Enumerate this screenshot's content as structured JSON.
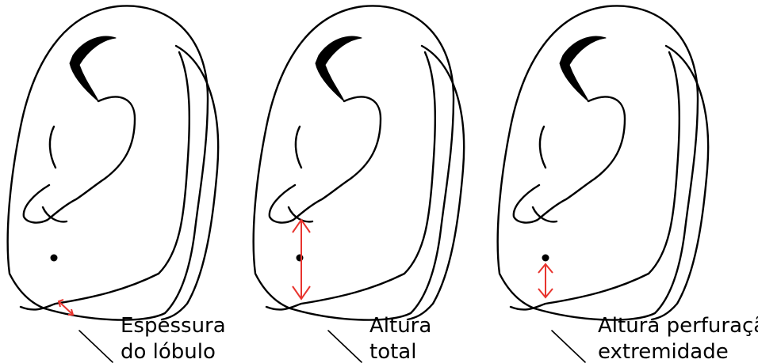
{
  "colors": {
    "outline": "#000000",
    "measure": "#e8342e",
    "background": "#ffffff"
  },
  "panels": [
    {
      "caption_lines": [
        "Espessura",
        "do lóbulo"
      ],
      "measure": "lobule-thickness"
    },
    {
      "caption_lines": [
        "Altura",
        "total"
      ],
      "measure": "total-height"
    },
    {
      "caption_lines": [
        "Altura perfuração",
        "extremidade"
      ],
      "measure": "piercing-to-edge-height"
    }
  ]
}
